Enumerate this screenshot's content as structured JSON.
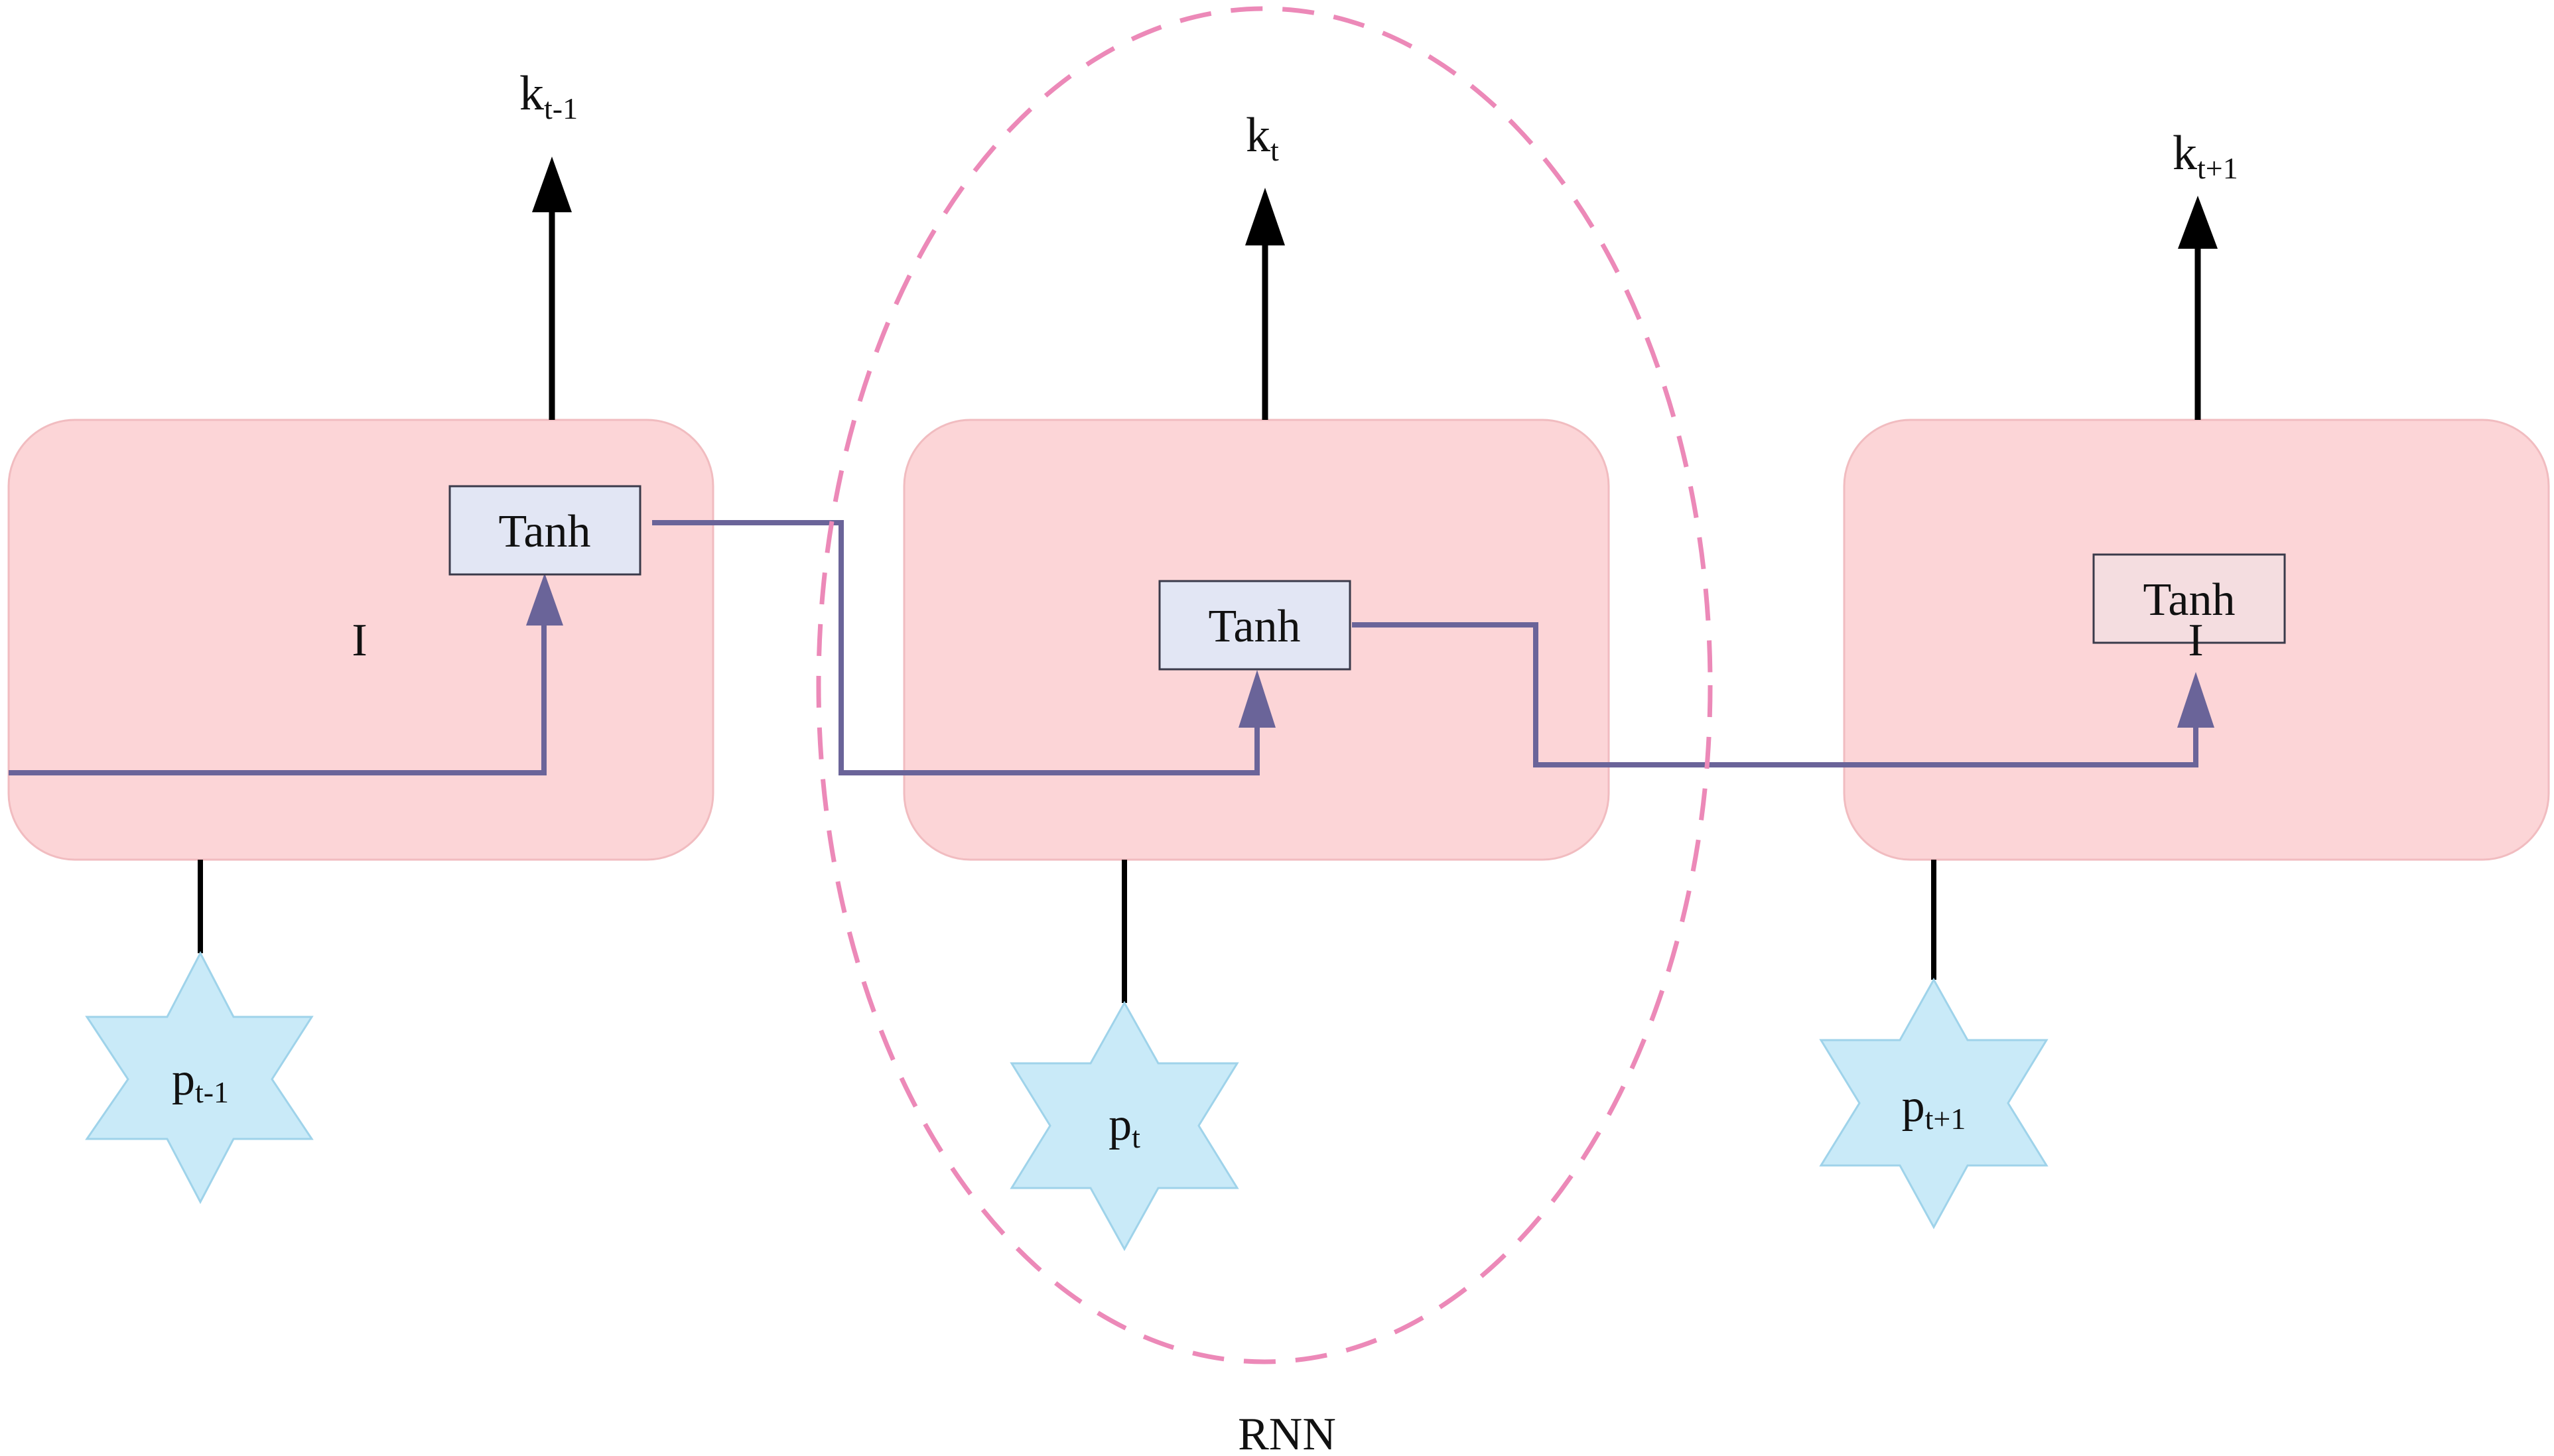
{
  "group_label": "RNN",
  "cells": [
    {
      "id": "prev",
      "unit_label": "Tanh",
      "extra_label": "I",
      "output": {
        "main": "k",
        "sub": "t-1"
      },
      "input": {
        "main": "p",
        "sub": "t-1"
      }
    },
    {
      "id": "current",
      "unit_label": "Tanh",
      "output": {
        "main": "k",
        "sub": "t"
      },
      "input": {
        "main": "p",
        "sub": "t"
      }
    },
    {
      "id": "next",
      "unit_label": "Tanh",
      "extra_label": "I",
      "output": {
        "main": "k",
        "sub": "t+1"
      },
      "input": {
        "main": "p",
        "sub": "t+1"
      }
    }
  ],
  "colors": {
    "cell_fill": "#fcd5d7",
    "tanh_fill": "#e2e6f4",
    "flow_line": "#6a6499",
    "input_star": "#c9eaf8",
    "group_ring": "#ec89b8"
  }
}
